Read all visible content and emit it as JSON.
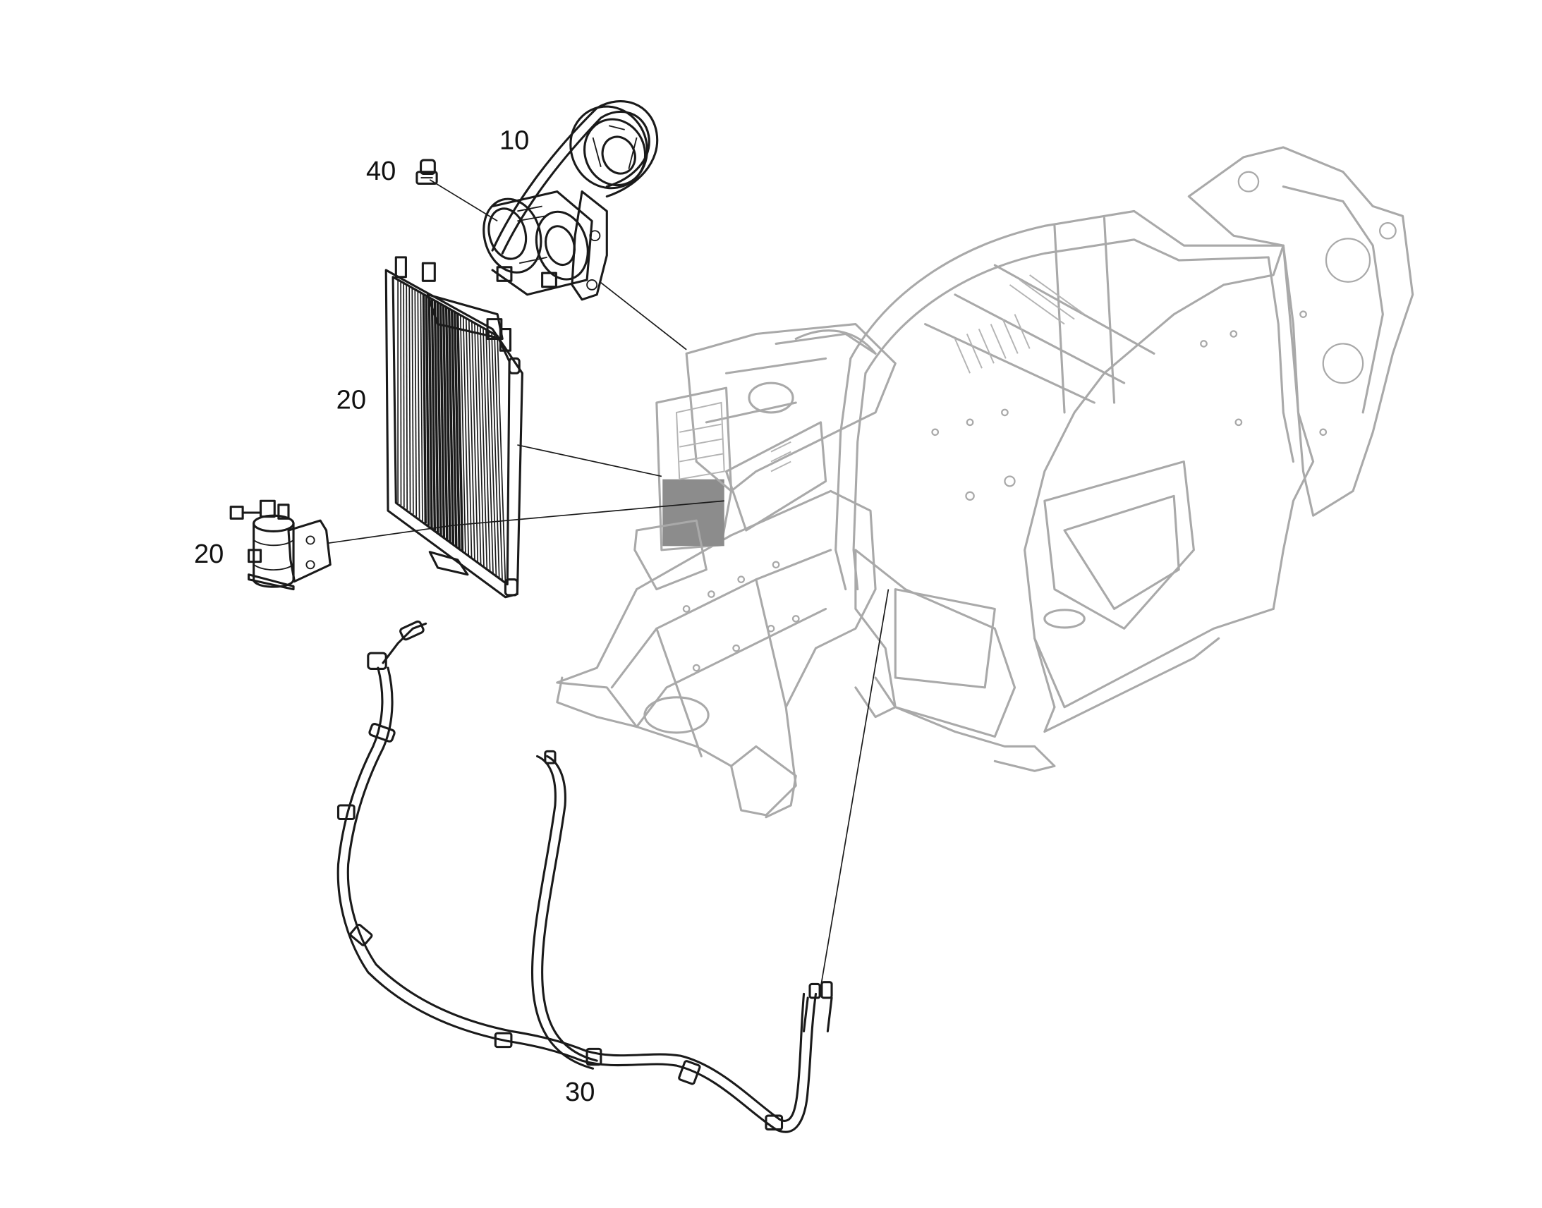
{
  "figure": {
    "part_labels": [
      {
        "number": "10",
        "part": "compressor"
      },
      {
        "number": "40",
        "part": "pressure-switch"
      },
      {
        "number": "20",
        "part": "condenser"
      },
      {
        "number": "20",
        "part": "receiver-drier"
      },
      {
        "number": "30",
        "part": "refrigerant-hoses"
      }
    ]
  },
  "colors": {
    "parts": "#1a1a1a",
    "machine_frame": "#a9a9a9",
    "shaded_radiator": "#8c8c8c",
    "background": "#ffffff"
  }
}
